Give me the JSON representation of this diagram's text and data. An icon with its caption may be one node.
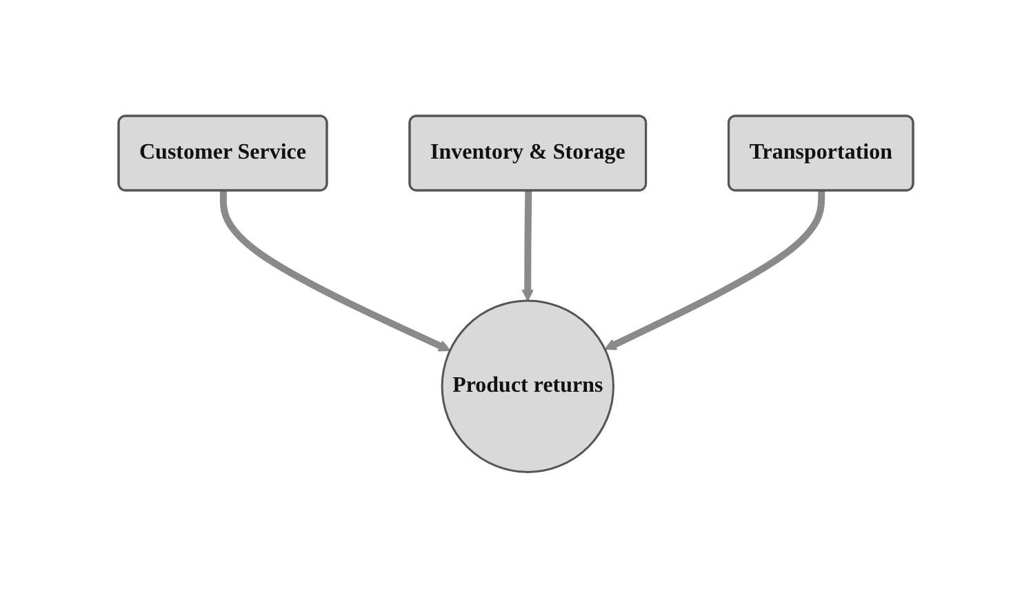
{
  "diagram": {
    "nodes": [
      {
        "text": [
          "Inventory & Storage"
        ]
      },
      {
        "text": [
          "Customer Service"
        ]
      },
      {
        "text": [
          "Transportation"
        ]
      },
      {
        "text": [
          "Product returns"
        ]
      }
    ],
    "edges": [
      {
        "from": 1,
        "to": 3,
        "arrow": "to"
      },
      {
        "from": 0,
        "to": 3,
        "arrow": "to"
      },
      {
        "from": 2,
        "to": 3,
        "arrow": "to"
      }
    ]
  }
}
